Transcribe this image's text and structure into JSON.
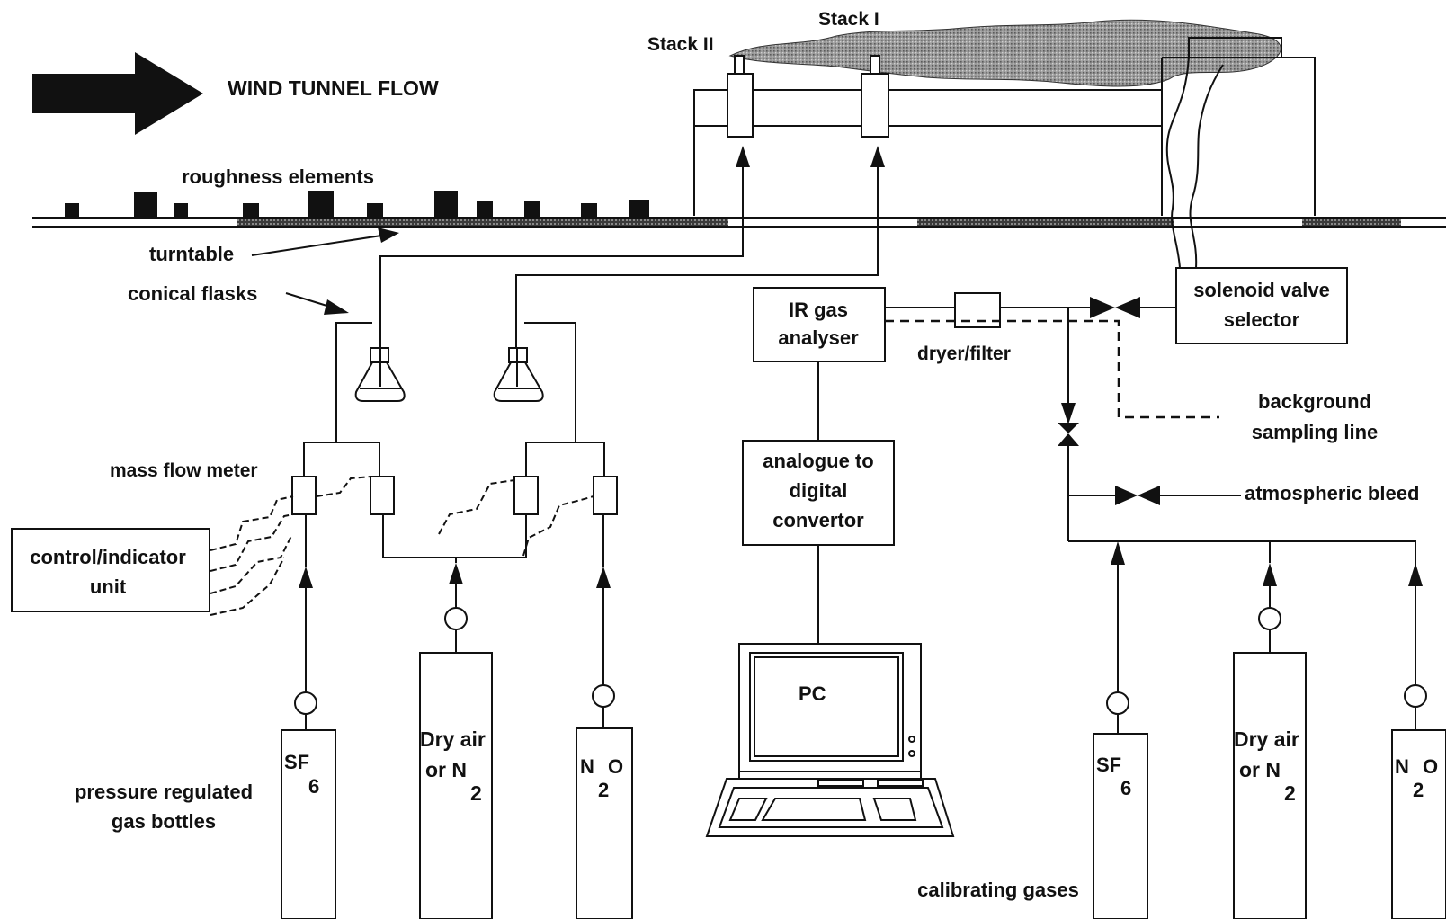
{
  "labels": {
    "wind_tunnel_flow": "WIND TUNNEL FLOW",
    "stack_1": "Stack I",
    "stack_2": "Stack II",
    "roughness_elements": "roughness elements",
    "turntable": "turntable",
    "conical_flasks": "conical flasks",
    "mass_flow_meter": "mass flow meter",
    "control_unit_line1": "control/indicator",
    "control_unit_line2": "unit",
    "ir_analyser_line1": "IR gas",
    "ir_analyser_line2": "analyser",
    "dryer_filter": "dryer/filter",
    "solenoid_line1": "solenoid valve",
    "solenoid_line2": "selector",
    "background_line1": "background",
    "background_line2": "sampling line",
    "atmospheric_bleed": "atmospheric bleed",
    "adc_line1": "analogue to",
    "adc_line2": "digital",
    "adc_line3": "convertor",
    "pc": "PC",
    "pressure_line1": "pressure regulated",
    "pressure_line2": "gas bottles",
    "calibrating_gases": "calibrating gases"
  },
  "bottles": {
    "sf6": {
      "main": "SF",
      "sub": "6"
    },
    "dry_air": {
      "line1": "Dry air",
      "line2": "or N",
      "sub": "2"
    },
    "n2o": {
      "n": "N",
      "o": "O",
      "sub": "2"
    }
  },
  "colors": {
    "ink": "#111111",
    "background": "#ffffff",
    "plume": "#8a8a8a"
  }
}
